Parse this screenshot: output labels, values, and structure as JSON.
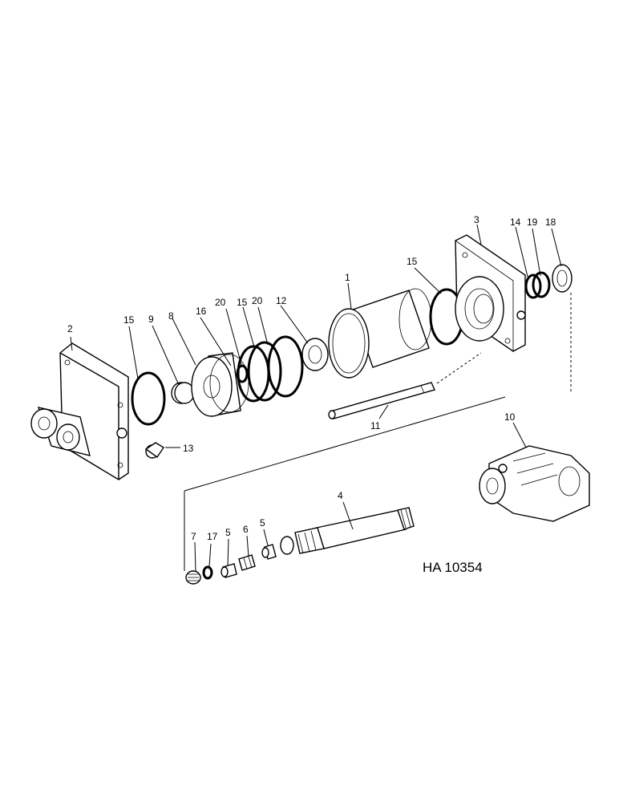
{
  "diagram": {
    "reference_code": "HA 10354",
    "callouts": {
      "c1": "1",
      "c2": "2",
      "c3": "3",
      "c4": "4",
      "c5a": "5",
      "c5b": "5",
      "c6": "6",
      "c7": "7",
      "c8": "8",
      "c9": "9",
      "c10": "10",
      "c11": "11",
      "c12": "12",
      "c13": "13",
      "c14": "14",
      "c15a": "15",
      "c15b": "15",
      "c15c": "15",
      "c16": "16",
      "c17": "17",
      "c18": "18",
      "c19": "19",
      "c20a": "20",
      "c20b": "20"
    }
  }
}
